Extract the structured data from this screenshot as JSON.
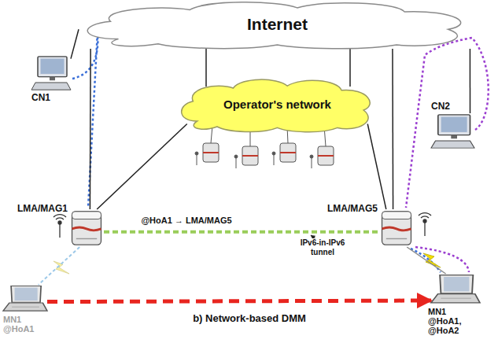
{
  "diagram": {
    "caption": "b) Network-based DMM",
    "nodes": [
      {
        "text": [
          "Internet"
        ]
      },
      {
        "text": [
          "CN1"
        ]
      },
      {
        "text": [
          "Operator's network"
        ]
      },
      {
        "text": [
          "CN2"
        ]
      },
      {
        "text": [
          "LMA/MAG1"
        ]
      },
      {
        "text": [
          "LMA/MAG5"
        ]
      },
      {
        "text": [
          "MN1",
          "@HoA1"
        ]
      },
      {
        "text": [
          "MN1",
          "@HoA1, @HoA2"
        ]
      }
    ],
    "edges": [
      {
        "from": 1,
        "to": 0,
        "arrow": "none"
      },
      {
        "from": 3,
        "to": 0,
        "arrow": "none"
      },
      {
        "from": 0,
        "to": 4,
        "arrow": "none"
      },
      {
        "from": 0,
        "to": 5,
        "arrow": "none"
      },
      {
        "from": 2,
        "to": 4,
        "arrow": "none"
      },
      {
        "from": 2,
        "to": 5,
        "arrow": "none"
      },
      {
        "from": 4,
        "to": 5,
        "label": "@HoA1 → LMA/MAG5",
        "arrow": "none"
      },
      {
        "from": 6,
        "to": 7,
        "arrow": "to"
      },
      {
        "from": 4,
        "to": 6,
        "arrow": "none"
      },
      {
        "from": 5,
        "to": 7,
        "arrow": "none"
      }
    ],
    "labels": [
      "IPv6-in-IPv6 tunnel"
    ]
  }
}
